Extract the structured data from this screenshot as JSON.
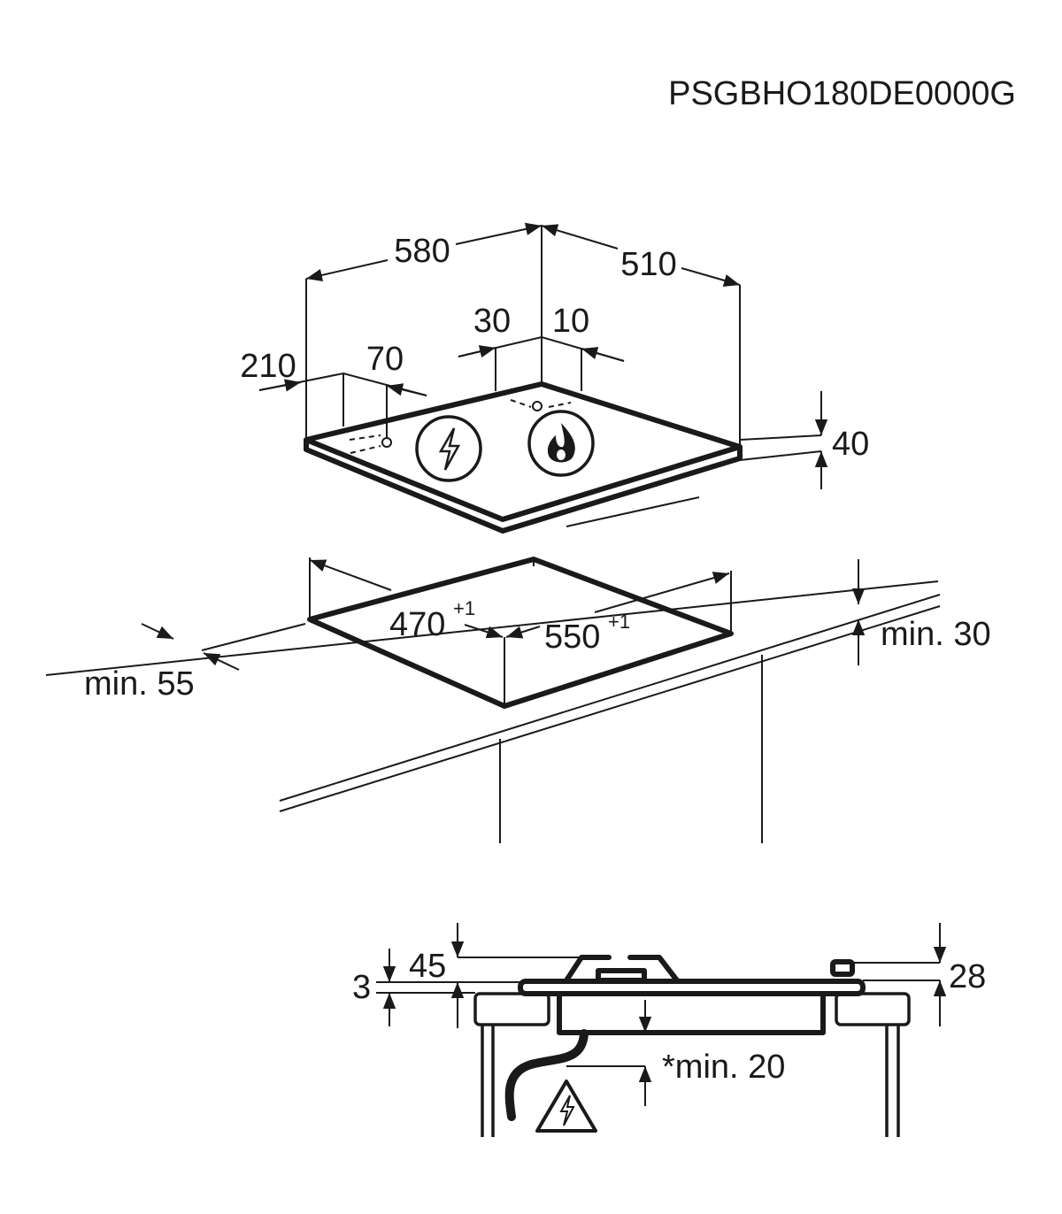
{
  "title": "PSGBHO180DE0000G",
  "top_view": {
    "width": "580",
    "depth": "510",
    "offset_30": "30",
    "offset_10": "10",
    "offset_210": "210",
    "offset_70": "70",
    "height": "40",
    "icons": [
      "electric-connection-icon",
      "gas-flame-icon"
    ]
  },
  "cutout": {
    "depth": "470",
    "depth_tol": "+1",
    "width": "550",
    "width_tol": "+1",
    "min_front": "min. 55",
    "min_side": "min. 30"
  },
  "side_view": {
    "dim_3": "3",
    "dim_45": "45",
    "dim_28": "28",
    "min_below": "*min. 20"
  }
}
